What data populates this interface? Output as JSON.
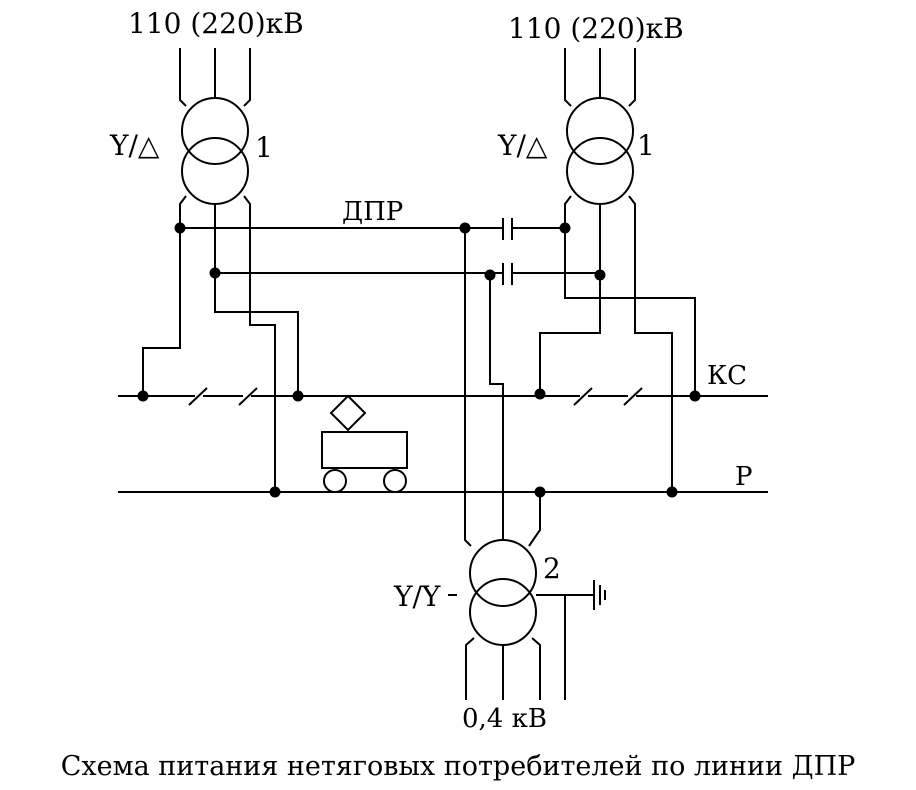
{
  "labels": {
    "hv_left": "110 (220)кВ",
    "hv_right": "110 (220)кВ",
    "conn_left": "Y/△",
    "conn_right": "Y/△",
    "num_left": "1",
    "num_right": "1",
    "dpr": "ДПР",
    "ks": "КС",
    "rail": "Р",
    "conn_bottom": "Y/Y",
    "num_bottom": "2",
    "lv": "0,4 кВ",
    "caption": "Схема питания нетяговых потребителей по линии ДПР"
  },
  "colors": {
    "line": "#000000",
    "background": "#ffffff"
  }
}
